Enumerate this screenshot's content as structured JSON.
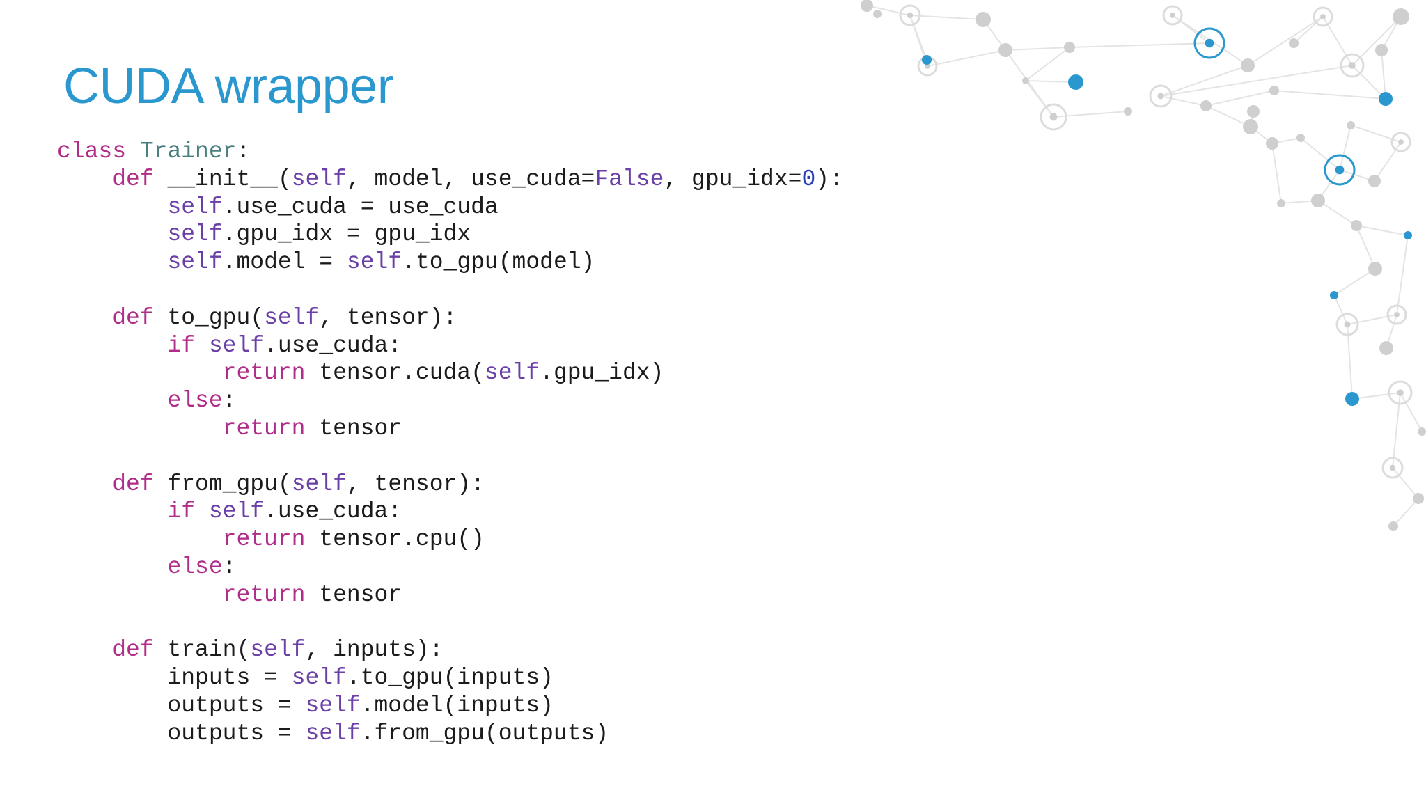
{
  "slide": {
    "title": "CUDA wrapper"
  },
  "code": {
    "language": "python",
    "lines": [
      [
        {
          "t": "class",
          "c": "kw"
        },
        {
          "t": " "
        },
        {
          "t": "Trainer",
          "c": "cls"
        },
        {
          "t": ":"
        }
      ],
      [
        {
          "t": "    "
        },
        {
          "t": "def",
          "c": "kw"
        },
        {
          "t": " __init__("
        },
        {
          "t": "self",
          "c": "self"
        },
        {
          "t": ", model, use_cuda="
        },
        {
          "t": "False",
          "c": "const"
        },
        {
          "t": ", gpu_idx="
        },
        {
          "t": "0",
          "c": "num"
        },
        {
          "t": "):"
        }
      ],
      [
        {
          "t": "        "
        },
        {
          "t": "self",
          "c": "self"
        },
        {
          "t": ".use_cuda = use_cuda"
        }
      ],
      [
        {
          "t": "        "
        },
        {
          "t": "self",
          "c": "self"
        },
        {
          "t": ".gpu_idx = gpu_idx"
        }
      ],
      [
        {
          "t": "        "
        },
        {
          "t": "self",
          "c": "self"
        },
        {
          "t": ".model = "
        },
        {
          "t": "self",
          "c": "self"
        },
        {
          "t": ".to_gpu(model)"
        }
      ],
      [],
      [
        {
          "t": "    "
        },
        {
          "t": "def",
          "c": "kw"
        },
        {
          "t": " to_gpu("
        },
        {
          "t": "self",
          "c": "self"
        },
        {
          "t": ", tensor):"
        }
      ],
      [
        {
          "t": "        "
        },
        {
          "t": "if",
          "c": "kw"
        },
        {
          "t": " "
        },
        {
          "t": "self",
          "c": "self"
        },
        {
          "t": ".use_cuda:"
        }
      ],
      [
        {
          "t": "            "
        },
        {
          "t": "return",
          "c": "kw"
        },
        {
          "t": " tensor.cuda("
        },
        {
          "t": "self",
          "c": "self"
        },
        {
          "t": ".gpu_idx)"
        }
      ],
      [
        {
          "t": "        "
        },
        {
          "t": "else",
          "c": "kw"
        },
        {
          "t": ":"
        }
      ],
      [
        {
          "t": "            "
        },
        {
          "t": "return",
          "c": "kw"
        },
        {
          "t": " tensor"
        }
      ],
      [],
      [
        {
          "t": "    "
        },
        {
          "t": "def",
          "c": "kw"
        },
        {
          "t": " from_gpu("
        },
        {
          "t": "self",
          "c": "self"
        },
        {
          "t": ", tensor):"
        }
      ],
      [
        {
          "t": "        "
        },
        {
          "t": "if",
          "c": "kw"
        },
        {
          "t": " "
        },
        {
          "t": "self",
          "c": "self"
        },
        {
          "t": ".use_cuda:"
        }
      ],
      [
        {
          "t": "            "
        },
        {
          "t": "return",
          "c": "kw"
        },
        {
          "t": " tensor.cpu()"
        }
      ],
      [
        {
          "t": "        "
        },
        {
          "t": "else",
          "c": "kw"
        },
        {
          "t": ":"
        }
      ],
      [
        {
          "t": "            "
        },
        {
          "t": "return",
          "c": "kw"
        },
        {
          "t": " tensor"
        }
      ],
      [],
      [
        {
          "t": "    "
        },
        {
          "t": "def",
          "c": "kw"
        },
        {
          "t": " train("
        },
        {
          "t": "self",
          "c": "self"
        },
        {
          "t": ", inputs):"
        }
      ],
      [
        {
          "t": "        inputs = "
        },
        {
          "t": "self",
          "c": "self"
        },
        {
          "t": ".to_gpu(inputs)"
        }
      ],
      [
        {
          "t": "        outputs = "
        },
        {
          "t": "self",
          "c": "self"
        },
        {
          "t": ".model(inputs)"
        }
      ],
      [
        {
          "t": "        outputs = "
        },
        {
          "t": "self",
          "c": "self"
        },
        {
          "t": ".from_gpu(outputs)"
        }
      ]
    ]
  },
  "colors": {
    "title": "#2a98cf",
    "keyword": "#b02d8a",
    "class_name": "#4a7f7f",
    "self": "#6a3fa6",
    "number": "#2a3fb6",
    "text": "#1b1b1b",
    "network_accent": "#2a98cf",
    "network_gray": "#cfcfcf"
  },
  "decoration": {
    "icon": "molecular-network-graphic"
  }
}
